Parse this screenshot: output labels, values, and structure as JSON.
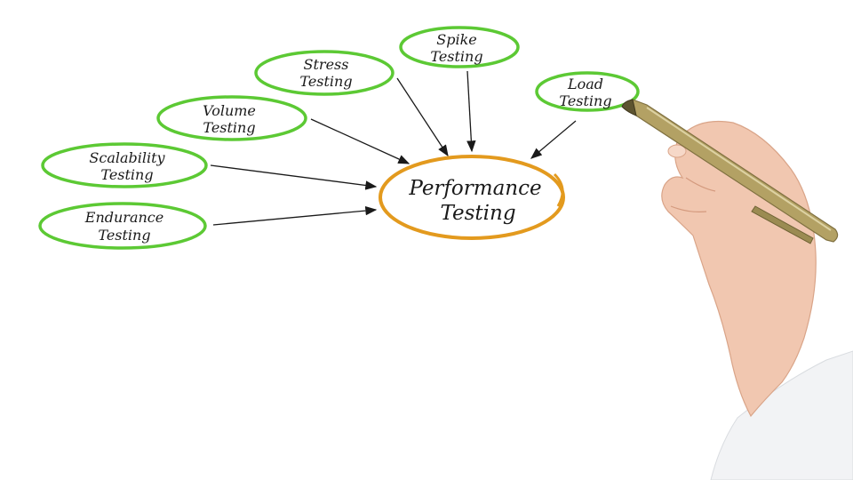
{
  "center": {
    "line1": "Performance",
    "line2": "Testing",
    "color": "#e39a1e"
  },
  "nodes": [
    {
      "id": "spike",
      "line1": "Spike",
      "line2": "Testing"
    },
    {
      "id": "stress",
      "line1": "Stress",
      "line2": "Testing"
    },
    {
      "id": "load",
      "line1": "Load",
      "line2": "Testing"
    },
    {
      "id": "volume",
      "line1": "Volume",
      "line2": "Testing"
    },
    {
      "id": "scalability",
      "line1": "Scalability",
      "line2": "Testing"
    },
    {
      "id": "endurance",
      "line1": "Endurance",
      "line2": "Testing"
    }
  ],
  "colors": {
    "node_outline": "#5cc934",
    "arrow": "#1a1a1a",
    "text": "#1a1a1a"
  }
}
